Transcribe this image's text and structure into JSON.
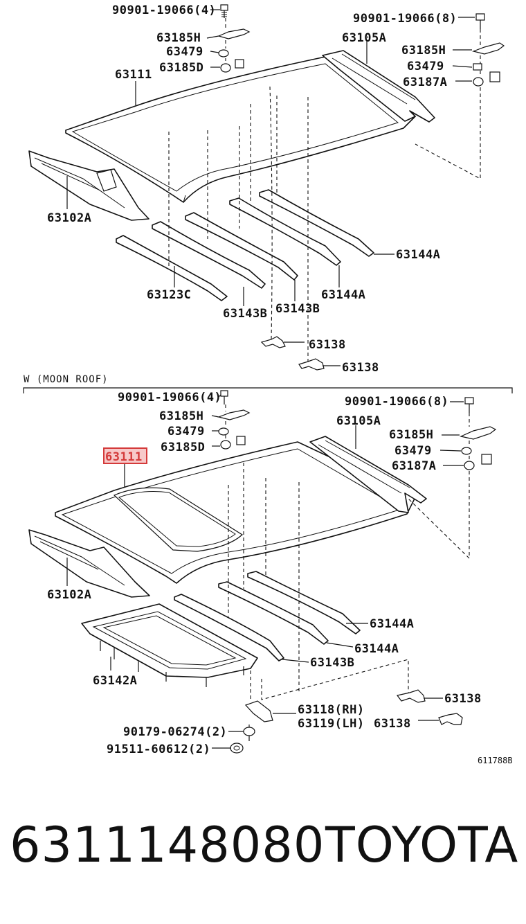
{
  "top": {
    "labels": {
      "bolt": "90901-19066(4)",
      "bolt_r": "90901-19066(8)",
      "clip_h": "63185H",
      "clip_h_r": "63185H",
      "nut": "63479",
      "nut_r": "63479",
      "clip_d": "63185D",
      "roof_panel": "63111",
      "rail_rear": "63105A",
      "clip_a_r": "63187A",
      "rail_front": "63102A",
      "bow_1": "63144A",
      "bow_2": "63144A",
      "bow_3": "63143B",
      "bow_4": "63143B",
      "bow_5": "63123C",
      "bracket_1": "63138",
      "bracket_2": "63138"
    }
  },
  "section_header": "W (MOON ROOF)",
  "bottom": {
    "labels": {
      "bolt": "90901-19066(4)",
      "bolt_r": "90901-19066(8)",
      "clip_h": "63185H",
      "clip_h_r": "63185H",
      "nut": "63479",
      "nut_r": "63479",
      "clip_d": "63185D",
      "roof_panel": "63111",
      "rail_rear": "63105A",
      "clip_a_r": "63187A",
      "rail_front": "63102A",
      "bow_1": "63144A",
      "bow_2": "63144A",
      "bow_3": "63143B",
      "frame": "63142A",
      "bracket_1": "63138",
      "bracket_2": "63138",
      "rh": "63118(RH)",
      "lh": "63119(LH)",
      "screw": "90179-06274(2)",
      "bolt_b": "91511-60612(2)"
    }
  },
  "diagram_code": "611788B",
  "footer": {
    "part_number": "6311148080",
    "brand": "TOYOTA"
  },
  "highlight_color": "#d43a3a"
}
